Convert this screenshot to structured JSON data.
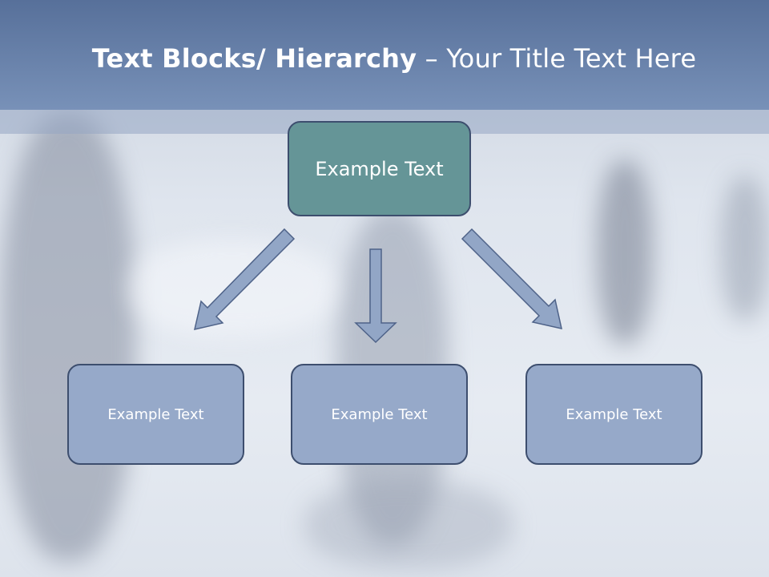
{
  "slide": {
    "title_bold": "Text Blocks/ Hierarchy",
    "title_dash": " – ",
    "title_rest": "Your Title Text Here"
  },
  "hierarchy": {
    "root": {
      "label": "Example Text"
    },
    "children": [
      {
        "label": "Example Text"
      },
      {
        "label": "Example Text"
      },
      {
        "label": "Example Text"
      }
    ]
  },
  "colors": {
    "title_bar": "#6b84ad",
    "root_box": "#659597",
    "child_box": "#96a9c9",
    "box_border": "#3d4e6e",
    "arrow_fill": "#92a6c6",
    "arrow_stroke": "#4e6288"
  }
}
